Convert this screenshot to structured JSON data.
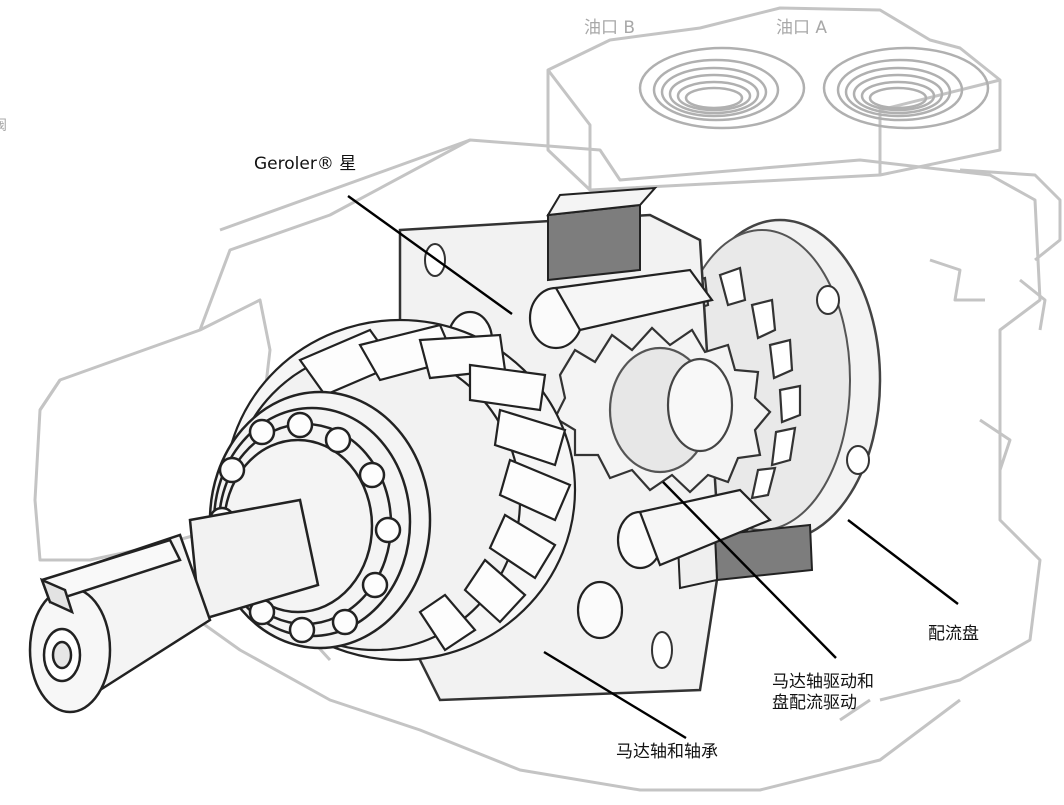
{
  "labels": {
    "port_b": "油口 B",
    "port_a": "油口 A",
    "edge_fragment": "阀",
    "geroler_star": "Geroler® 星",
    "valve_plate": "配流盘",
    "drive_line1": "马达轴驱动和",
    "drive_line2": "盘配流驱动",
    "shaft_bearing": "马达轴和轴承"
  }
}
